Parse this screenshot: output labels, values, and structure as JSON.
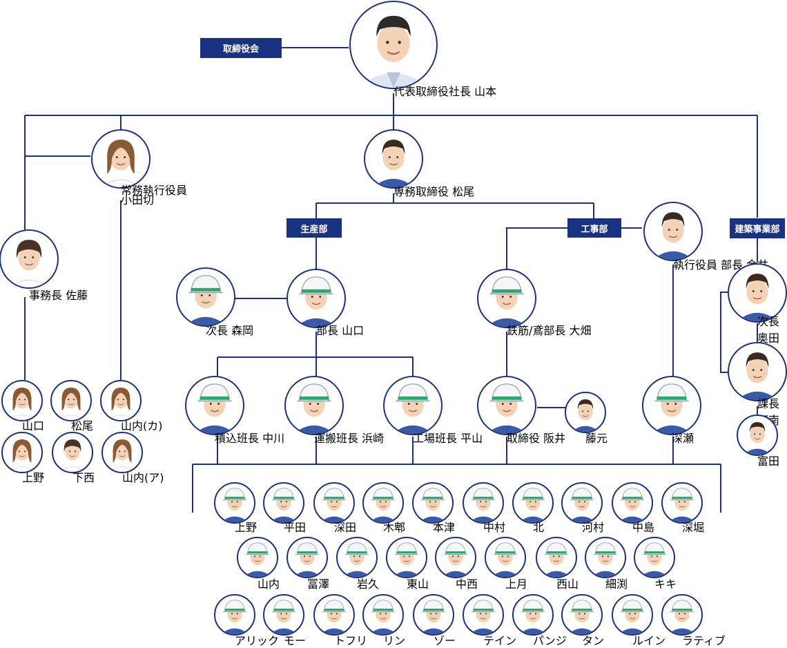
{
  "boards": {
    "torishimariyakukai": "取締役会",
    "seisanbu": "生産部",
    "koujibu": "工事部",
    "kenchiku": "建築事業部"
  },
  "colors": {
    "navy": "#1a3282",
    "helmet_band": "#2aa870",
    "white": "#ffffff"
  },
  "people": {
    "president": "代表取締役社長 山本",
    "odagiri_1": "常務執行役員",
    "odagiri_2": "小田切",
    "matsuo_exec": "専務取締役 松尾",
    "kanai": "執行役員 部長 金井",
    "sato": "事務長 佐藤",
    "morioka": "次長 森岡",
    "yamaguchi_bucho": "部長 山口",
    "ohata": "鉄筋/鳶部長 大畑",
    "okuda": "次長 奥田",
    "anan": "課長 阿南",
    "tomita_k": "富田",
    "nakagawa": "積込班長 中川",
    "hamasaki": "運搬班長 浜崎",
    "hirayama": "工場班長 平山",
    "sakai": "取締役 阪井",
    "fujimoto": "藤元",
    "fukase": "深瀬",
    "yamaguchi_o": "山口",
    "matsuo_o": "松尾",
    "yamauchi_ka": "山内(カ)",
    "ueno_o": "上野",
    "shimonishi": "下西",
    "yamauchi_a": "山内(ア)"
  },
  "workers": {
    "row1": [
      "上野",
      "平田",
      "深田",
      "木郫",
      "本津",
      "中村",
      "北",
      "河村",
      "中島",
      "深堀"
    ],
    "row2": [
      "山内",
      "冨澤",
      "岩久",
      "東山",
      "中西",
      "上月",
      "西山",
      "細渕",
      "キキ"
    ],
    "row3": [
      "アリック",
      "モー",
      "トフリ",
      "リン",
      "ゾー",
      "テイン",
      "パンジ",
      "タン",
      "ルイン",
      "ラティブ"
    ]
  }
}
